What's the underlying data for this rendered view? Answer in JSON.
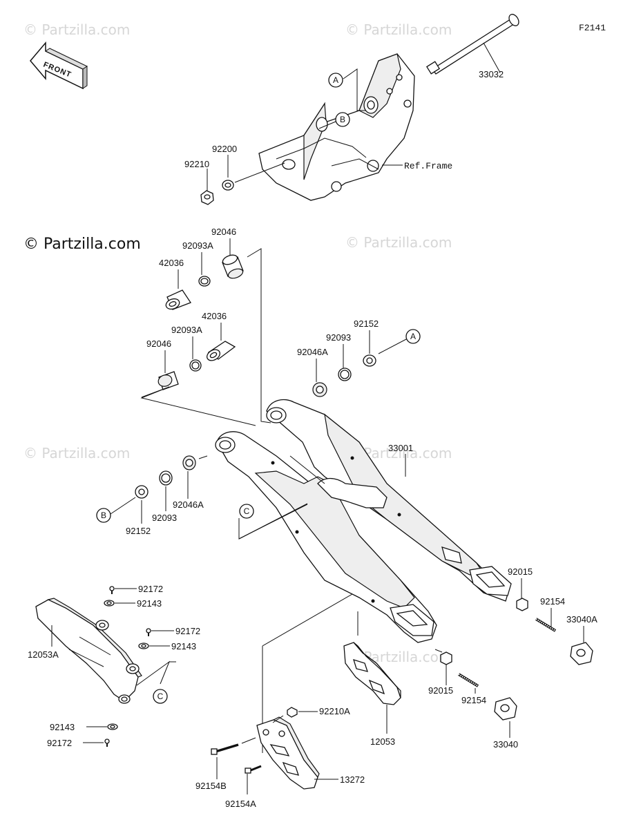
{
  "diagram": {
    "figure_code": "F2141",
    "front_label": "FRONT",
    "ref_frame": "Ref.Frame",
    "watermarks": [
      "© Partzilla.com",
      "© Partzilla.com",
      "© Partzilla.com",
      "© Partzilla.com",
      "© Partzilla.com",
      "© Partzilla.com"
    ],
    "brand_watermark": "© Partzilla.com",
    "ref_letters": {
      "a1": "A",
      "b1": "B",
      "a2": "A",
      "b2": "B",
      "c1": "C",
      "c2": "C"
    },
    "parts": {
      "p33032": "33032",
      "p92200": "92200",
      "p92210": "92210",
      "p92046_top": "92046",
      "p92093A_top": "92093A",
      "p42036_top": "42036",
      "p42036_mid": "42036",
      "p92093A_mid": "92093A",
      "p92046_mid": "92046",
      "p92152_r": "92152",
      "p92093_r": "92093",
      "p92046A_r": "92046A",
      "p33001": "33001",
      "p92046A_l": "92046A",
      "p92093_l": "92093",
      "p92152_l": "92152",
      "p92015_r": "92015",
      "p92154_r": "92154",
      "p33040A": "33040A",
      "p92172_a": "92172",
      "p92143_a": "92143",
      "p92172_b": "92172",
      "p92143_b": "92143",
      "p12053A": "12053A",
      "p92143_c": "92143",
      "p92172_c": "92172",
      "p92210A": "92210A",
      "p12053": "12053",
      "p92015_l": "92015",
      "p92154_l": "92154",
      "p33040": "33040",
      "p13272": "13272",
      "p92154B": "92154B",
      "p92154A": "92154A"
    }
  }
}
